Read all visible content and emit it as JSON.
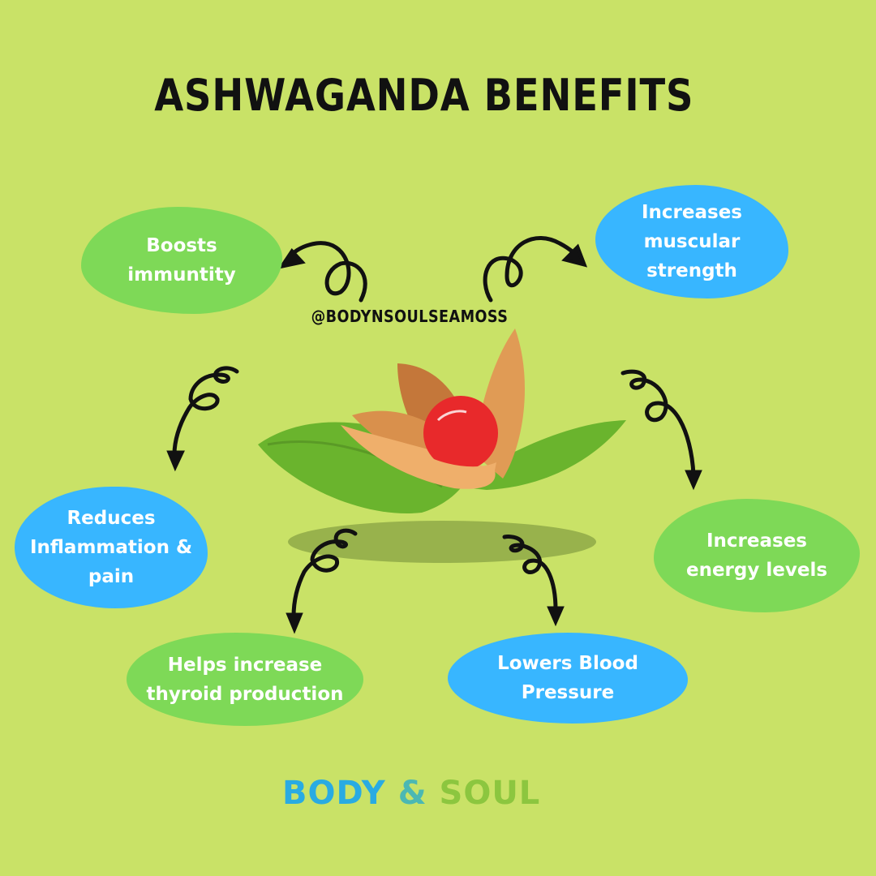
{
  "title": "ASHWAGANDA BENEFITS",
  "handle": "@BODYNSOULSEAMOSS",
  "colors": {
    "background": "#c9e267",
    "green_blob": "#7ed957",
    "blue_blob": "#38b6ff",
    "arrow": "#111111",
    "berry": "#e8292b",
    "husk": "#e9a964",
    "leaf": "#6ab42d",
    "logo_blue": "#29abe2",
    "logo_green": "#8cc63f"
  },
  "benefits": [
    {
      "id": "immunity",
      "color": "green",
      "lines": [
        "Boosts",
        "immuntity"
      ]
    },
    {
      "id": "muscular-strength",
      "color": "blue",
      "lines": [
        "Increases",
        "muscular",
        "strength"
      ]
    },
    {
      "id": "inflammation",
      "color": "blue",
      "lines": [
        "Reduces",
        "Inflammation &",
        "pain"
      ]
    },
    {
      "id": "energy",
      "color": "green",
      "lines": [
        "Increases",
        "energy levels"
      ]
    },
    {
      "id": "thyroid",
      "color": "green",
      "lines": [
        "Helps increase",
        "thyroid production"
      ]
    },
    {
      "id": "blood-pressure",
      "color": "blue",
      "lines": [
        "Lowers Blood",
        "Pressure"
      ]
    }
  ],
  "logo": {
    "left": "BODY",
    "amp": "&",
    "right": "SOUL"
  },
  "icons": [
    "curly-arrow-icon",
    "ashwagandha-berry-illustration",
    "water-drop-icon",
    "seamoss-icon"
  ]
}
